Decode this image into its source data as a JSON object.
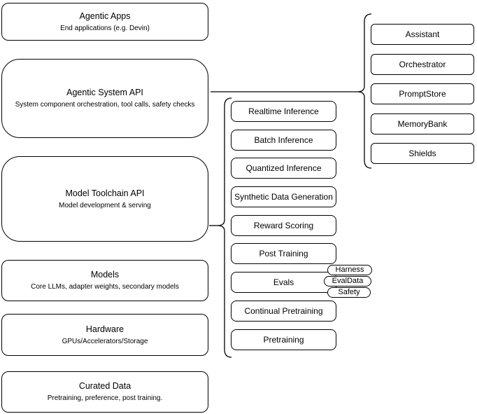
{
  "diagram": {
    "colors": {
      "stroke": "#000000",
      "fill": "#ffffff",
      "text": "#000000",
      "background": "#ffffff"
    },
    "left_column": {
      "boxes": [
        {
          "title": "Agentic Apps",
          "subtitle": "End applications (e.g. Devin)"
        },
        {
          "title": "Agentic System API",
          "subtitle": "System component orchestration, tool calls, safety checks"
        },
        {
          "title": "Model Toolchain API",
          "subtitle": "Model development & serving"
        },
        {
          "title": "Models",
          "subtitle": "Core LLMs, adapter weights, secondary models"
        },
        {
          "title": "Hardware",
          "subtitle": "GPUs/Accelerators/Storage"
        },
        {
          "title": "Curated Data",
          "subtitle": "Pretraining, preference, post training."
        }
      ]
    },
    "middle_column": {
      "items": [
        {
          "label": "Realtime Inference"
        },
        {
          "label": "Batch Inference"
        },
        {
          "label": "Quantized Inference"
        },
        {
          "label": "Synthetic Data Generation"
        },
        {
          "label": "Reward Scoring"
        },
        {
          "label": "Post Training"
        },
        {
          "label": "Evals"
        },
        {
          "label": "Continual Pretraining"
        },
        {
          "label": "Pretraining"
        }
      ],
      "evals_tags": [
        {
          "label": "Harness"
        },
        {
          "label": "EvalData"
        },
        {
          "label": "Safety"
        }
      ]
    },
    "right_column": {
      "items": [
        {
          "label": "Assistant"
        },
        {
          "label": "Orchestrator"
        },
        {
          "label": "PromptStore"
        },
        {
          "label": "MemoryBank"
        },
        {
          "label": "Shields"
        }
      ]
    }
  }
}
